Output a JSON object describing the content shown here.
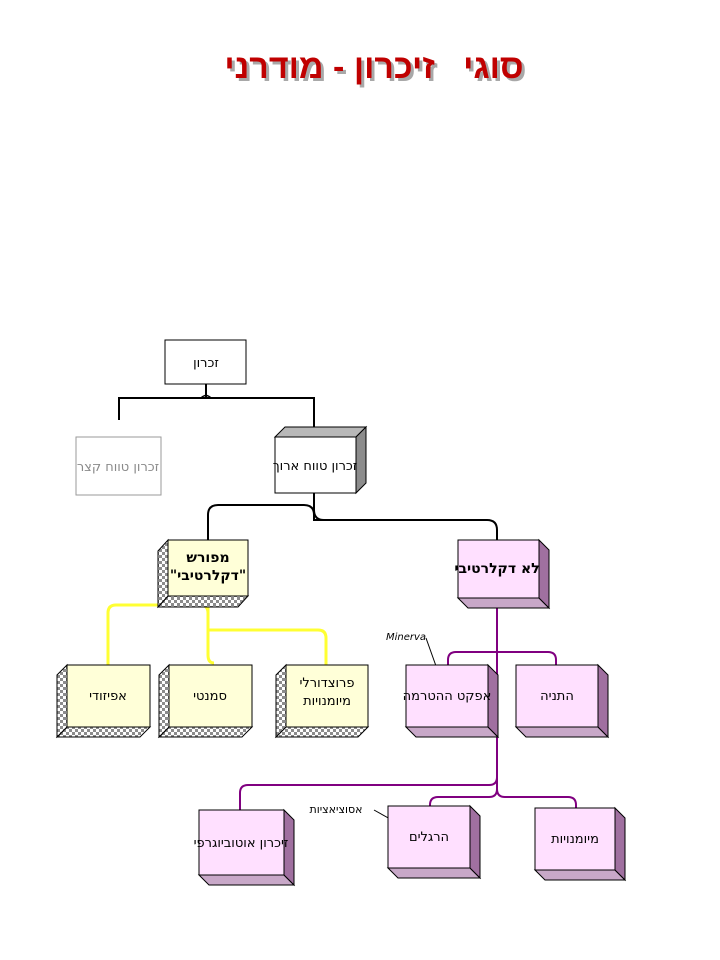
{
  "title": "סוגי   זיכרון - מודרני",
  "nodes": {
    "root": "זכרון",
    "short_term": "זכרון טווח קצר",
    "long_term": "זכרון טווח ארוך",
    "explicit": "מפורש\n\"דקלרטיבי\"",
    "implicit": "לא דקלרטיבי",
    "priming": "אפקט ההטרמה",
    "classical": "התניה",
    "habits": "הרגלים",
    "skills": "מיומנויות",
    "procedural": "פרוצדורלי\nמיומנויות",
    "episodic": "אפיזודי",
    "semantic": "סמנטי",
    "autobiographic": "זיכרון אוטוביוגרפי"
  },
  "callouts": {
    "minerva": "Minerva",
    "associations": "אסוציאציות"
  },
  "colors": {
    "title": "#c00000",
    "explicit_fill": "#ffffd8",
    "implicit_fill": "#ffe0ff",
    "explicit_line": "#ffff33",
    "implicit_line": "#800080"
  }
}
